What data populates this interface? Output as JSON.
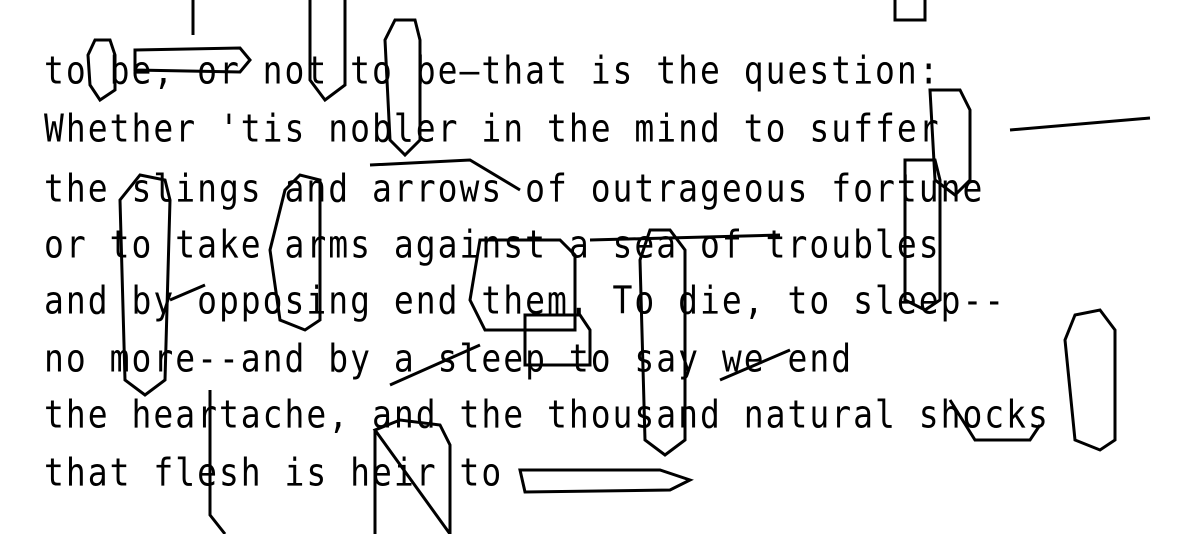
{
  "poem": {
    "lines": [
      "to be, or not to be—that is the question:",
      "Whether 'tis nobler in the mind to suffer",
      "the slings and arrows of outrageous fortune",
      "or to take arms against a sea of troubles",
      "and by opposing end them. To die, to sleep--",
      "no more--and by a sleep to say we end",
      "the heartache, and the thousand natural shocks",
      "that flesh is heir to"
    ]
  }
}
